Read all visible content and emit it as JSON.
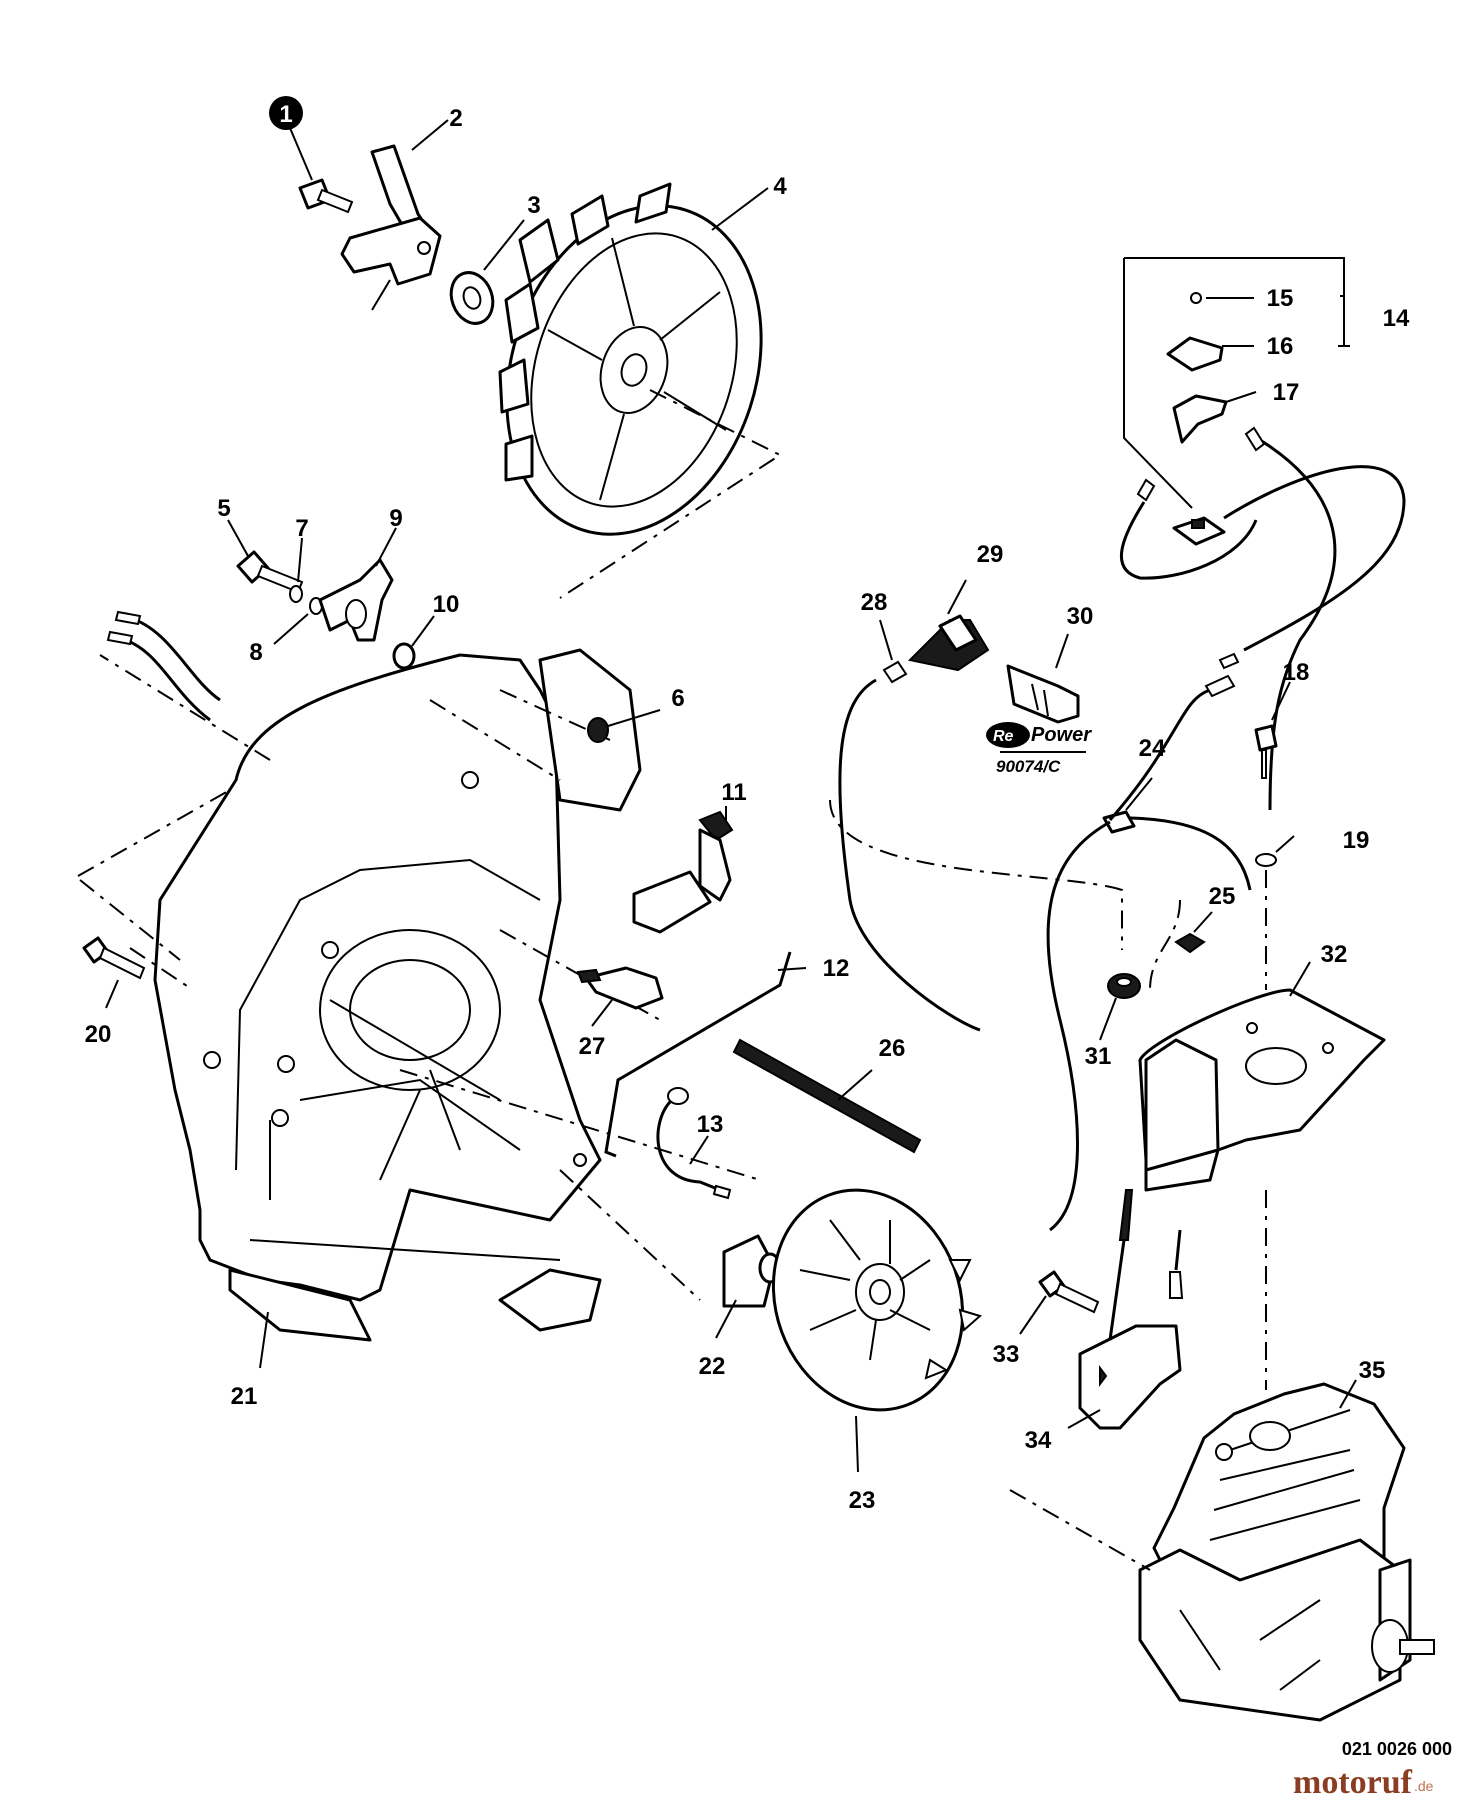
{
  "callouts": [
    {
      "id": "1",
      "marked": true
    },
    {
      "id": "2"
    },
    {
      "id": "3"
    },
    {
      "id": "4"
    },
    {
      "id": "5"
    },
    {
      "id": "6"
    },
    {
      "id": "7"
    },
    {
      "id": "8"
    },
    {
      "id": "9"
    },
    {
      "id": "10"
    },
    {
      "id": "11"
    },
    {
      "id": "12"
    },
    {
      "id": "13"
    },
    {
      "id": "14"
    },
    {
      "id": "15"
    },
    {
      "id": "16"
    },
    {
      "id": "17"
    },
    {
      "id": "18"
    },
    {
      "id": "19"
    },
    {
      "id": "20"
    },
    {
      "id": "21"
    },
    {
      "id": "22"
    },
    {
      "id": "23"
    },
    {
      "id": "24"
    },
    {
      "id": "25"
    },
    {
      "id": "26"
    },
    {
      "id": "27"
    },
    {
      "id": "28"
    },
    {
      "id": "29"
    },
    {
      "id": "30"
    },
    {
      "id": "31"
    },
    {
      "id": "32"
    },
    {
      "id": "33"
    },
    {
      "id": "34"
    },
    {
      "id": "35"
    }
  ],
  "spark_plug_logo": {
    "re": "Re",
    "power": "Power",
    "code": "90074/C"
  },
  "drawing_number": "021 0026 000",
  "watermark": {
    "name": "motoruf",
    "suffix": ".de"
  },
  "colors": {
    "line": "#000000",
    "watermark": "#8a3d22"
  }
}
